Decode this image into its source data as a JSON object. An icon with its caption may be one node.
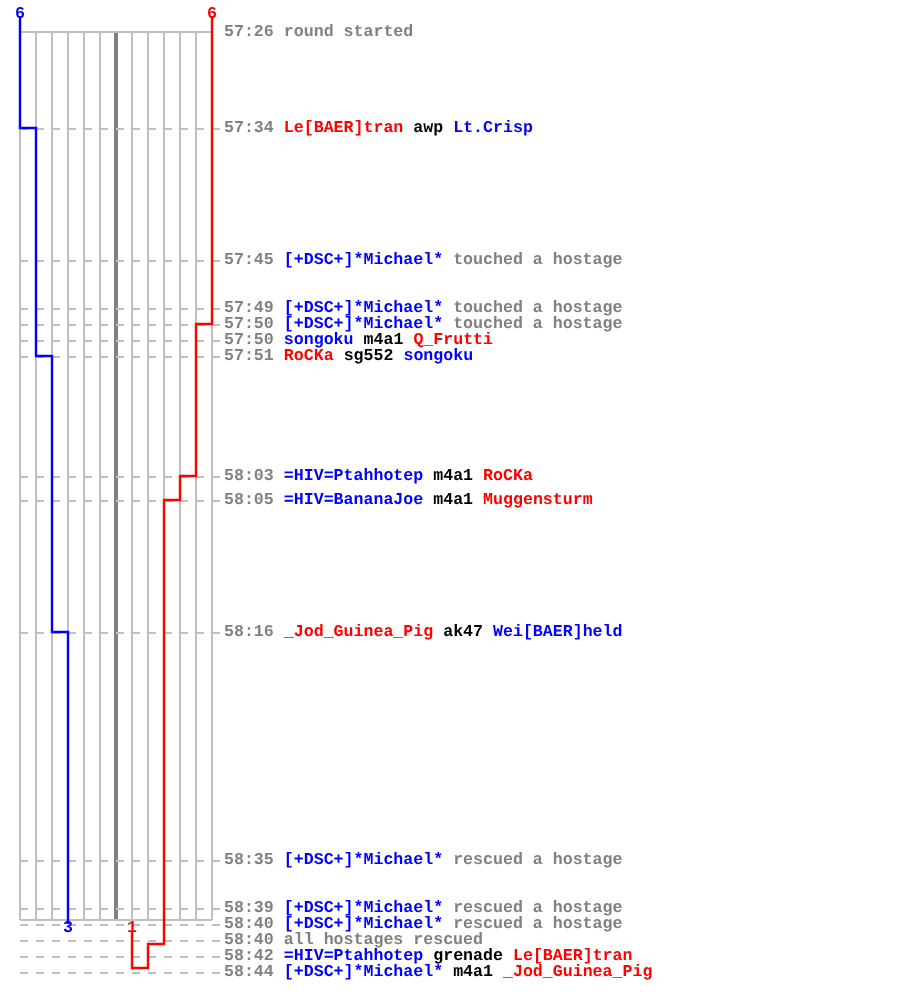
{
  "diagram": {
    "labels": [
      "6",
      "6",
      "57:26",
      "round started",
      "57:34",
      "Le[BAER]tran",
      "awp",
      "Lt.Crisp",
      "57:45",
      "[+DSC+]*Michael*",
      "touched a hostage",
      "57:49",
      "[+DSC+]*Michael*",
      "touched a hostage",
      "57:50",
      "[+DSC+]*Michael*",
      "touched a hostage",
      "57:50",
      "songoku",
      "m4a1",
      "Q_Frutti",
      "57:51",
      "RoCKa",
      "sg552",
      "songoku",
      "58:03",
      "=HIV=Ptahhotep",
      "m4a1",
      "RoCKa",
      "58:05",
      "=HIV=BananaJoe",
      "m4a1",
      "Muggensturm",
      "58:16",
      "_Jod_Guinea_Pig",
      "ak47",
      "Wei[BAER]held",
      "58:35",
      "[+DSC+]*Michael*",
      "rescued a hostage",
      "58:39",
      "[+DSC+]*Michael*",
      "rescued a hostage",
      "58:40",
      "[+DSC+]*Michael*",
      "rescued a hostage",
      "58:40",
      "all hostages rescued",
      "58:42",
      "=HIV=Ptahhotep",
      "grenade",
      "Le[BAER]tran",
      "58:44",
      "[+DSC+]*Michael*",
      "m4a1",
      "_Jod_Guinea_Pig",
      "3",
      "1"
    ]
  }
}
